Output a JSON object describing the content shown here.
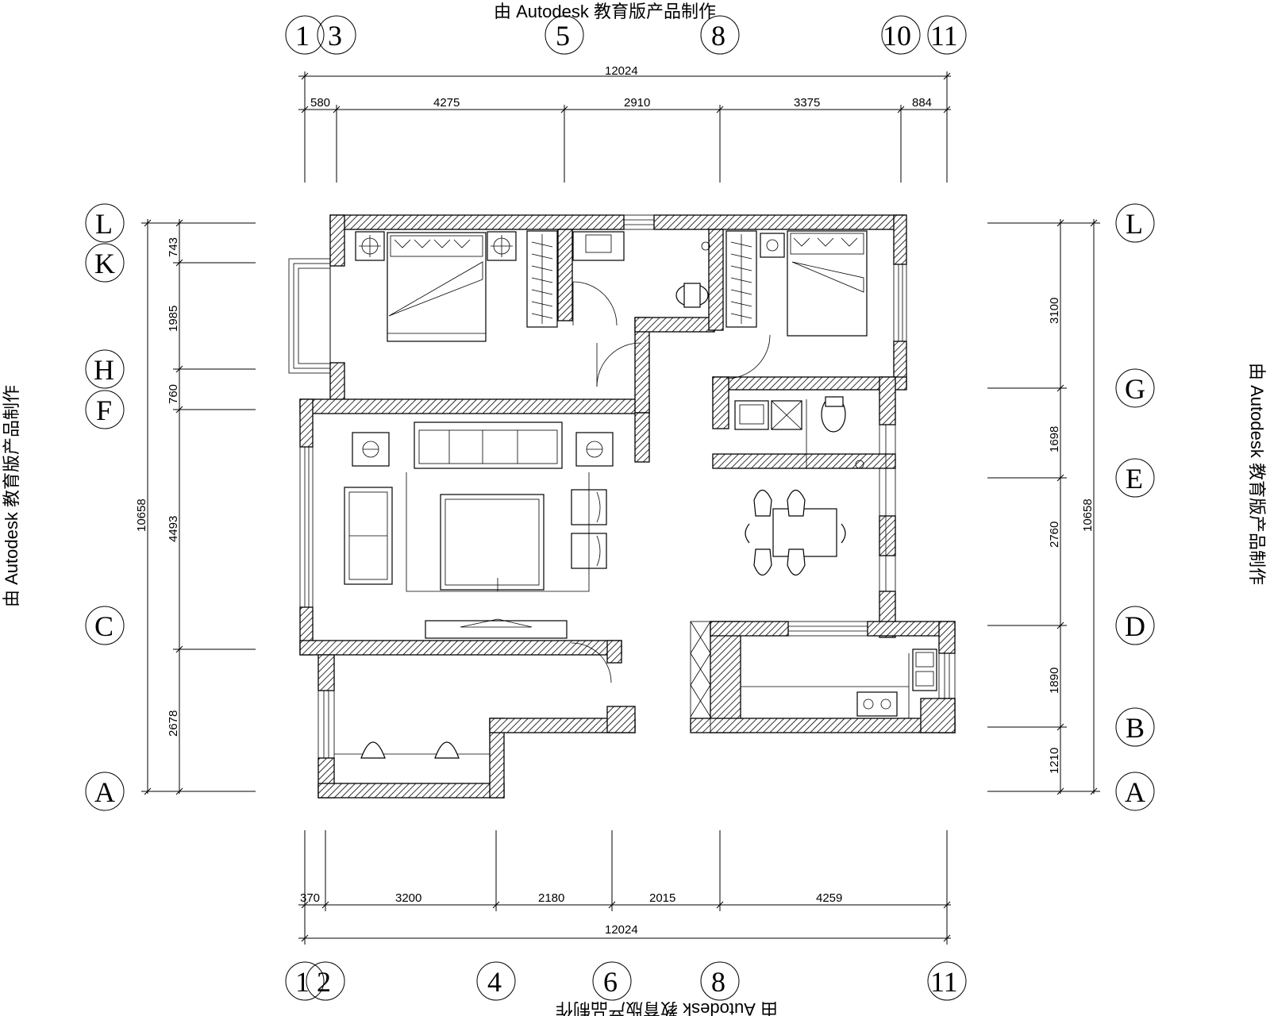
{
  "watermark": {
    "top": "由 Autodesk 教育版产品制作",
    "bottom": "由 Autodesk 教育版产品制作",
    "left": "由 Autodesk 教育版产品制作",
    "right": "由 Autodesk 教育版产品制作"
  },
  "top_axes": [
    "1",
    "3",
    "5",
    "8",
    "10",
    "11"
  ],
  "bottom_axes": [
    "1",
    "2",
    "4",
    "6",
    "8",
    "11"
  ],
  "left_axes": [
    "L",
    "K",
    "H",
    "F",
    "C",
    "A"
  ],
  "right_axes": [
    "L",
    "G",
    "E",
    "D",
    "B",
    "A"
  ],
  "top_dims": {
    "total": "12024",
    "segments": [
      "580",
      "4275",
      "2910",
      "3375",
      "884"
    ]
  },
  "bottom_dims": {
    "total": "12024",
    "segments": [
      "370",
      "3200",
      "2180",
      "2015",
      "4259"
    ]
  },
  "left_dims": {
    "total": "10658",
    "segments": [
      "743",
      "1985",
      "760",
      "4493",
      "2678"
    ]
  },
  "right_dims": {
    "total": "10658",
    "segments": [
      "3100",
      "1698",
      "2760",
      "1890",
      "1210"
    ]
  }
}
